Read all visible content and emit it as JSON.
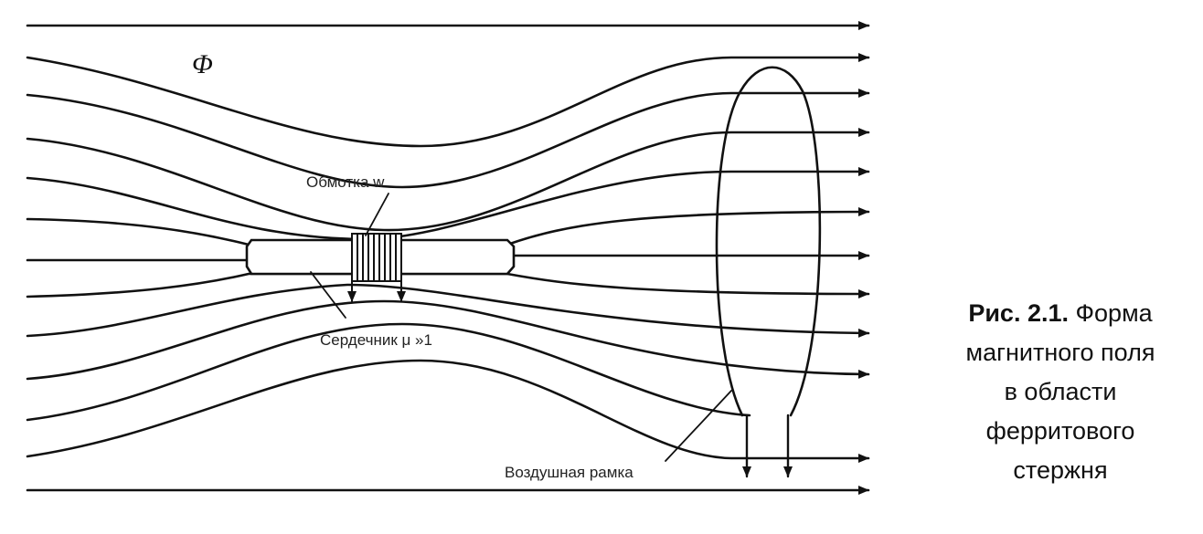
{
  "labels": {
    "flux": "Φ",
    "winding": "Обмотка w",
    "core": "Сердечник μ »1",
    "frame": "Воздушная рамка"
  },
  "caption": {
    "number": "Рис. 2.1.",
    "line1": "Форма",
    "line2": "магнитного поля",
    "line3": "в области",
    "line4": "ферритового",
    "line5": "стержня"
  }
}
